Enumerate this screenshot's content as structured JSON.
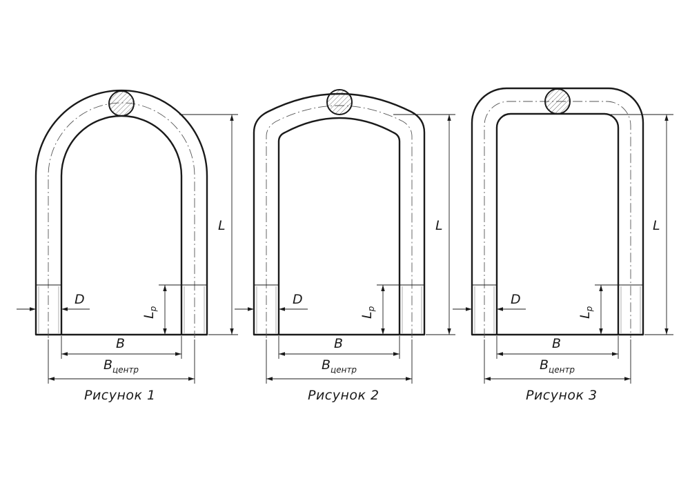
{
  "figures": [
    {
      "caption": "Рисунок 1",
      "label_L": "L",
      "label_D": "D",
      "label_Lp": {
        "main": "L",
        "sub": "p"
      },
      "label_B": "B",
      "label_Bc": {
        "main": "B",
        "sub": "центр"
      }
    },
    {
      "caption": "Рисунок 2",
      "label_L": "L",
      "label_D": "D",
      "label_Lp": {
        "main": "L",
        "sub": "p"
      },
      "label_B": "B",
      "label_Bc": {
        "main": "B",
        "sub": "центр"
      }
    },
    {
      "caption": "Рисунок 3",
      "label_L": "L",
      "label_D": "D",
      "label_Lp": {
        "main": "L",
        "sub": "p"
      },
      "label_B": "B",
      "label_Bc": {
        "main": "B",
        "sub": "центр"
      }
    }
  ]
}
